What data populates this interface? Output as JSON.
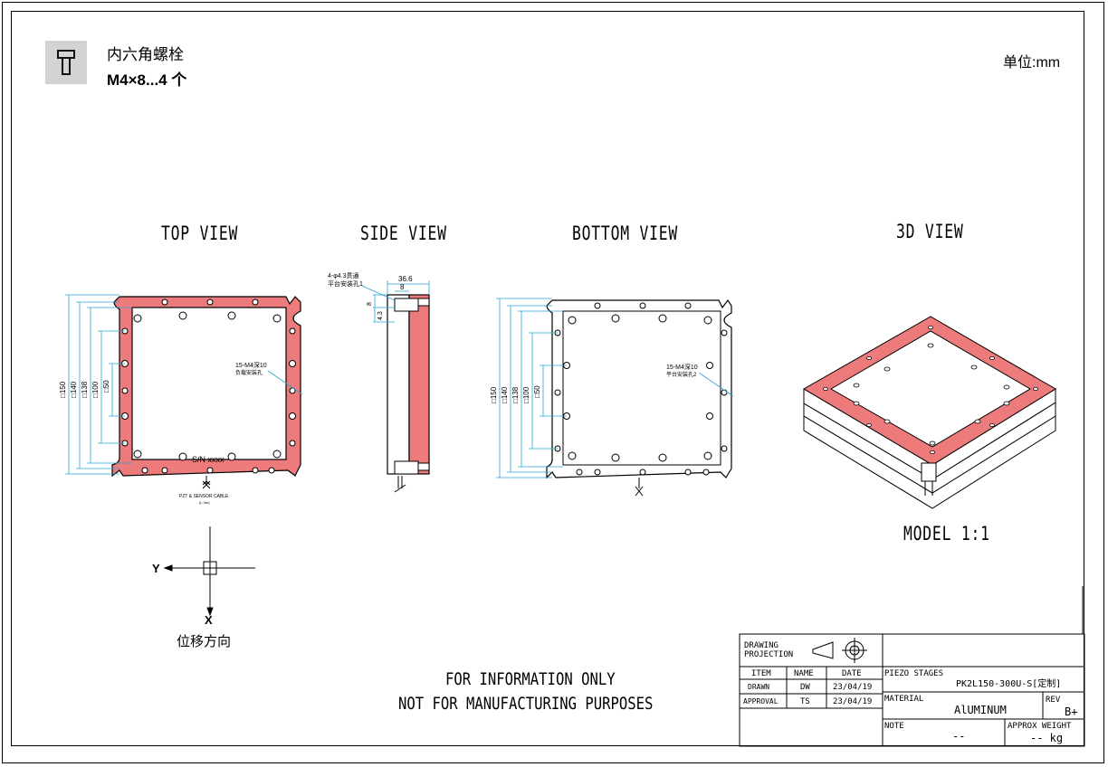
{
  "header": {
    "fastener_name": "内六角螺栓",
    "fastener_qty": "M4×8...4 个",
    "unit": "单位:mm",
    "fastener_icon": "hex-bolt-icon"
  },
  "views": {
    "top": "TOP VIEW",
    "side": "SIDE VIEW",
    "bottom": "BOTTOM VIEW",
    "iso": "3D VIEW",
    "model_scale": "MODEL 1:1"
  },
  "top_view": {
    "dims": [
      "□150",
      "□140",
      "□138",
      "□100",
      "□50"
    ],
    "callout_1": "15-M4深10",
    "callout_2": "负载安装孔",
    "serial": "S/N xxxx",
    "cable_1": "PZT & SENSOR CABLE",
    "cable_2": "(L.3m)"
  },
  "side_view": {
    "callout_1": "4-φ4.3贯通",
    "callout_2": "平台安装孔1",
    "dim_width": "36.6",
    "dim_inner": "8",
    "dim_v1": "8",
    "dim_v2": "4.3"
  },
  "bottom_view": {
    "dims": [
      "□150",
      "□140",
      "□138",
      "□100",
      "□50"
    ],
    "callout_1": "15-M4深10",
    "callout_2": "平台安装孔2"
  },
  "axes": {
    "y": "Y",
    "x": "X",
    "caption": "位移方向"
  },
  "disclaimer": {
    "line1": "FOR INFORMATION ONLY",
    "line2": "NOT FOR MANUFACTURING PURPOSES"
  },
  "title_block": {
    "projection_label_1": "DRAWING",
    "projection_label_2": "PROJECTION",
    "col_item": "ITEM",
    "col_name": "NAME",
    "col_date": "DATE",
    "row1_item": "DRAWN",
    "row1_name": "DW",
    "row1_date": "23/04/19",
    "row2_item": "APPROVAL",
    "row2_name": "TS",
    "row2_date": "23/04/19",
    "category": "PIEZO STAGES",
    "part_no": "PK2L150-300U-S[定制]",
    "material_label": "MATERIAL",
    "material_value": "AlUMINUM",
    "rev_label": "REV",
    "rev_value": "B+",
    "note_label": "NOTE",
    "note_value": "--",
    "weight_label": "APPROX WEIGHT",
    "weight_value": "-- kg"
  },
  "colors": {
    "frame_fill": "#ee7b7b",
    "dimension_line": "#2ba3d6",
    "outline": "#000000"
  }
}
